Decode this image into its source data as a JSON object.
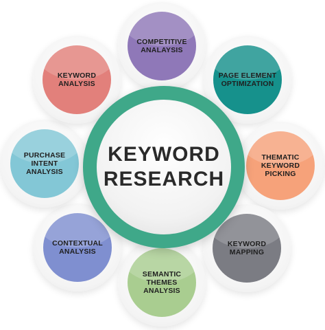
{
  "center": {
    "label": "KEYWORD\nRESEARCH",
    "ring_color": "#3fa889"
  },
  "nodes": [
    {
      "id": "competitive",
      "label": "COMPETITIVE\nANALAYSIS",
      "color": "#8f78b8"
    },
    {
      "id": "page-element",
      "label": "PAGE ELEMENT\nOPTIMIZATION",
      "color": "#16918c"
    },
    {
      "id": "thematic",
      "label": "THEMATIC\nKEYWORD\nPICKING",
      "color": "#f6a27a"
    },
    {
      "id": "mapping",
      "label": "KEYWORD\nMAPPING",
      "color": "#7b7c83"
    },
    {
      "id": "semantic",
      "label": "SEMANTIC\nTHEMES\nANALYSIS",
      "color": "#a9cd90"
    },
    {
      "id": "contextual",
      "label": "CONTEXTUAL\nANALYSIS",
      "color": "#7f8fd0"
    },
    {
      "id": "purchase",
      "label": "PURCHASE\nINTENT\nANALYSIS",
      "color": "#83c7d6"
    },
    {
      "id": "keyword-analysis",
      "label": "KEYWORD\nANALYSIS",
      "color": "#e2807b"
    }
  ]
}
